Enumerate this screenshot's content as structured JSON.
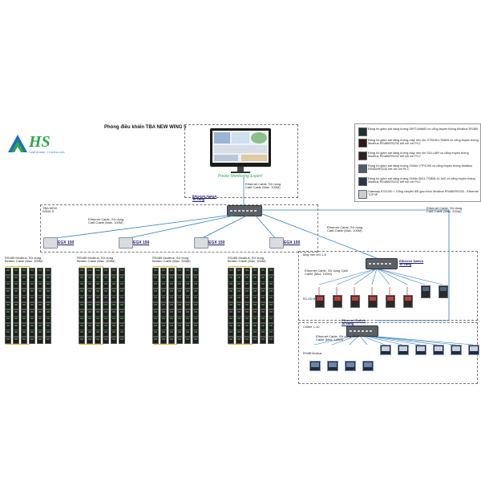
{
  "logo": {
    "text": "HS",
    "tagline": "THIẾT BỊ ĐIỆN - TỰ ĐỘNG HÓA"
  },
  "title": "Phòng điều khiển TBA NEW WING 5",
  "monitor": {
    "caption": "Power Monitoring Expert"
  },
  "top_cable_note": "Ethernet Cable, Sử dụng\nCat6 Cable (Max. 100M)",
  "main_switch": {
    "label": "Ethernet Switch\n16 cổng"
  },
  "tba_box": {
    "label": "TBA NEW\nWING 5",
    "cable_note": "Ethernet Cable, Sử dụng\nCat6 Cable (Max. 100M)"
  },
  "gateways": [
    {
      "label": "EGX 150"
    },
    {
      "label": "EGX 150"
    },
    {
      "label": "EGX 150"
    },
    {
      "label": "EGX 150"
    }
  ],
  "rs485_notes": [
    "RS485 Modbus, Sử dụng\nBelden Cable (Max. 300M)",
    "RS485 Modbus, Sử dụng\nBelden Cable (Max. 300M)",
    "RS485 Modbus, Sử dụng\nBelden Cable (Max. 300M)",
    "RS485 Modbus, Sử dụng\nBelden Cable (Max. 300M)"
  ],
  "right_cable_note": "Ethernet Cable, Sử dụng\nCat6 Cable (Max. 100M)",
  "far_right_cable_note": "Ethernet Cable, Sử dụng\nCat6 Cable (Max. 200M)",
  "compressor_section": {
    "title": "Máy nén khí 1-8",
    "switch_label": "Ethernet Switch\n16 cổng",
    "cable_note": "Ethernet Cable, Sử dụng Cat6\nCable (Max. 100M)",
    "device_label": "RS-232 Modbus"
  },
  "chiller_section": {
    "title": "Chiller 1-10",
    "switch_label": "Ethernet Switch\n16 cổng",
    "cable_note": "Ethernet Cable, Sử dụng Cat6\nCable (Max. 100M)",
    "device_label": "RS485 Modbus"
  },
  "legend": [
    {
      "text": "Đồng hồ giám sát năng lượng DIRT-MA683 có cổng truyền thông Modbus RS485",
      "color": "#203030"
    },
    {
      "text": "Đồng hồ giám sát năng lượng máy nén khí GT5100-LTB826 có cổng truyền thông Modbus RS485/RS232 kết nối với PLC",
      "color": "#301818"
    },
    {
      "text": "Đồng hồ giám sát năng lượng máy nén khí SULLAIR có cổng truyền thông Modbus RS485/RS232 kết nối với PLC",
      "color": "#2a2020"
    },
    {
      "text": "Đồng hồ giám sát năng lượng Chiller VTP1200 có cổng truyền thông Modbus RS485/RS232 kết nối với PLC",
      "color": "#505a68"
    },
    {
      "text": "Đồng hồ giám sát năng lượng Chiller 5611-TSB08-11-942 có cổng truyền thông Modbus RS485/RS232 kết nối với PLC",
      "color": "#2c3448"
    },
    {
      "text": "Gateway EGX150 = Cổng chuyển đổi giao thức Modbus RS485/RS232 - Ethernet TCP/IP",
      "color": "#c9ced4"
    }
  ],
  "colors": {
    "cable": "#2e7fbf",
    "rs485": "#e0c040",
    "power_line": "#c03030",
    "accent": "#1a1a6b"
  }
}
